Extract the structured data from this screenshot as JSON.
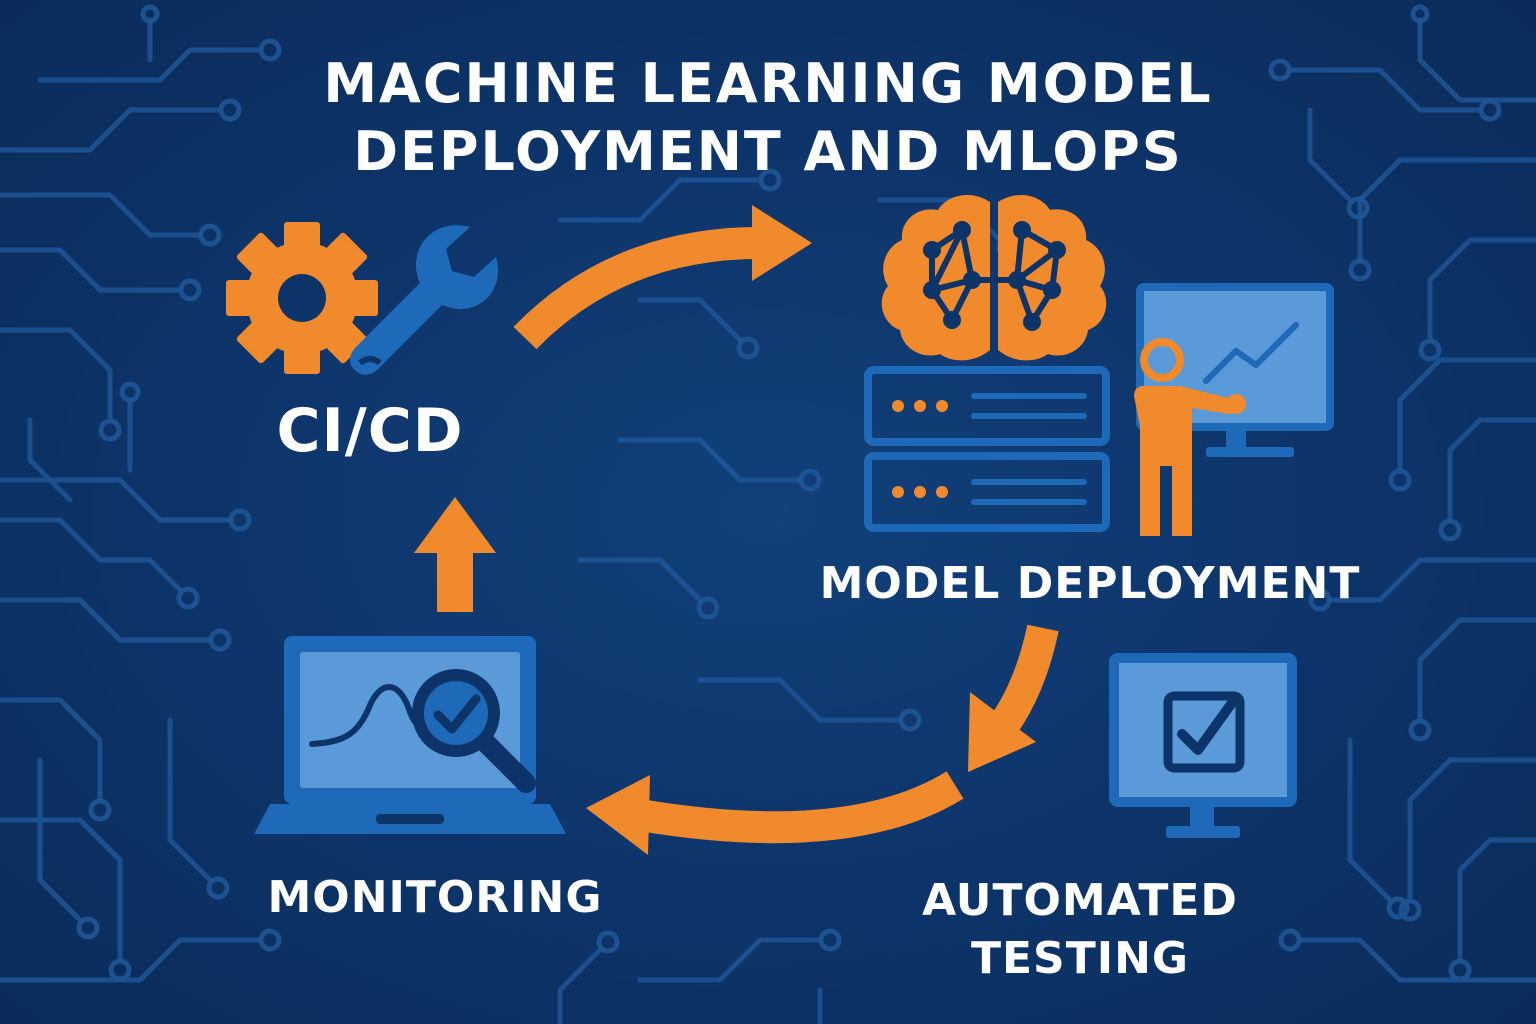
{
  "title": {
    "line1": "MACHINE LEARNING MODEL",
    "line2": "DEPLOYMENT AND MLOPS"
  },
  "stages": {
    "cicd": {
      "label": "CI/CD",
      "icons": [
        "gear-icon",
        "wrench-icon"
      ]
    },
    "model_deployment": {
      "label": "MODEL DEPLOYMENT",
      "icons": [
        "brain-network-icon",
        "server-stack-icon",
        "presenter-icon",
        "monitor-chart-icon"
      ]
    },
    "automated_testing": {
      "line1": "AUTOMATED",
      "line2": "TESTING",
      "icons": [
        "monitor-checkbox-icon"
      ]
    },
    "monitoring": {
      "label": "MONITORING",
      "icons": [
        "laptop-chart-icon",
        "magnifier-check-icon"
      ]
    }
  },
  "colors": {
    "background": "#0d3266",
    "accent_orange": "#f08a2c",
    "accent_blue": "#1e6ab8",
    "light_blue": "#5b9ad8",
    "text": "#ffffff"
  }
}
